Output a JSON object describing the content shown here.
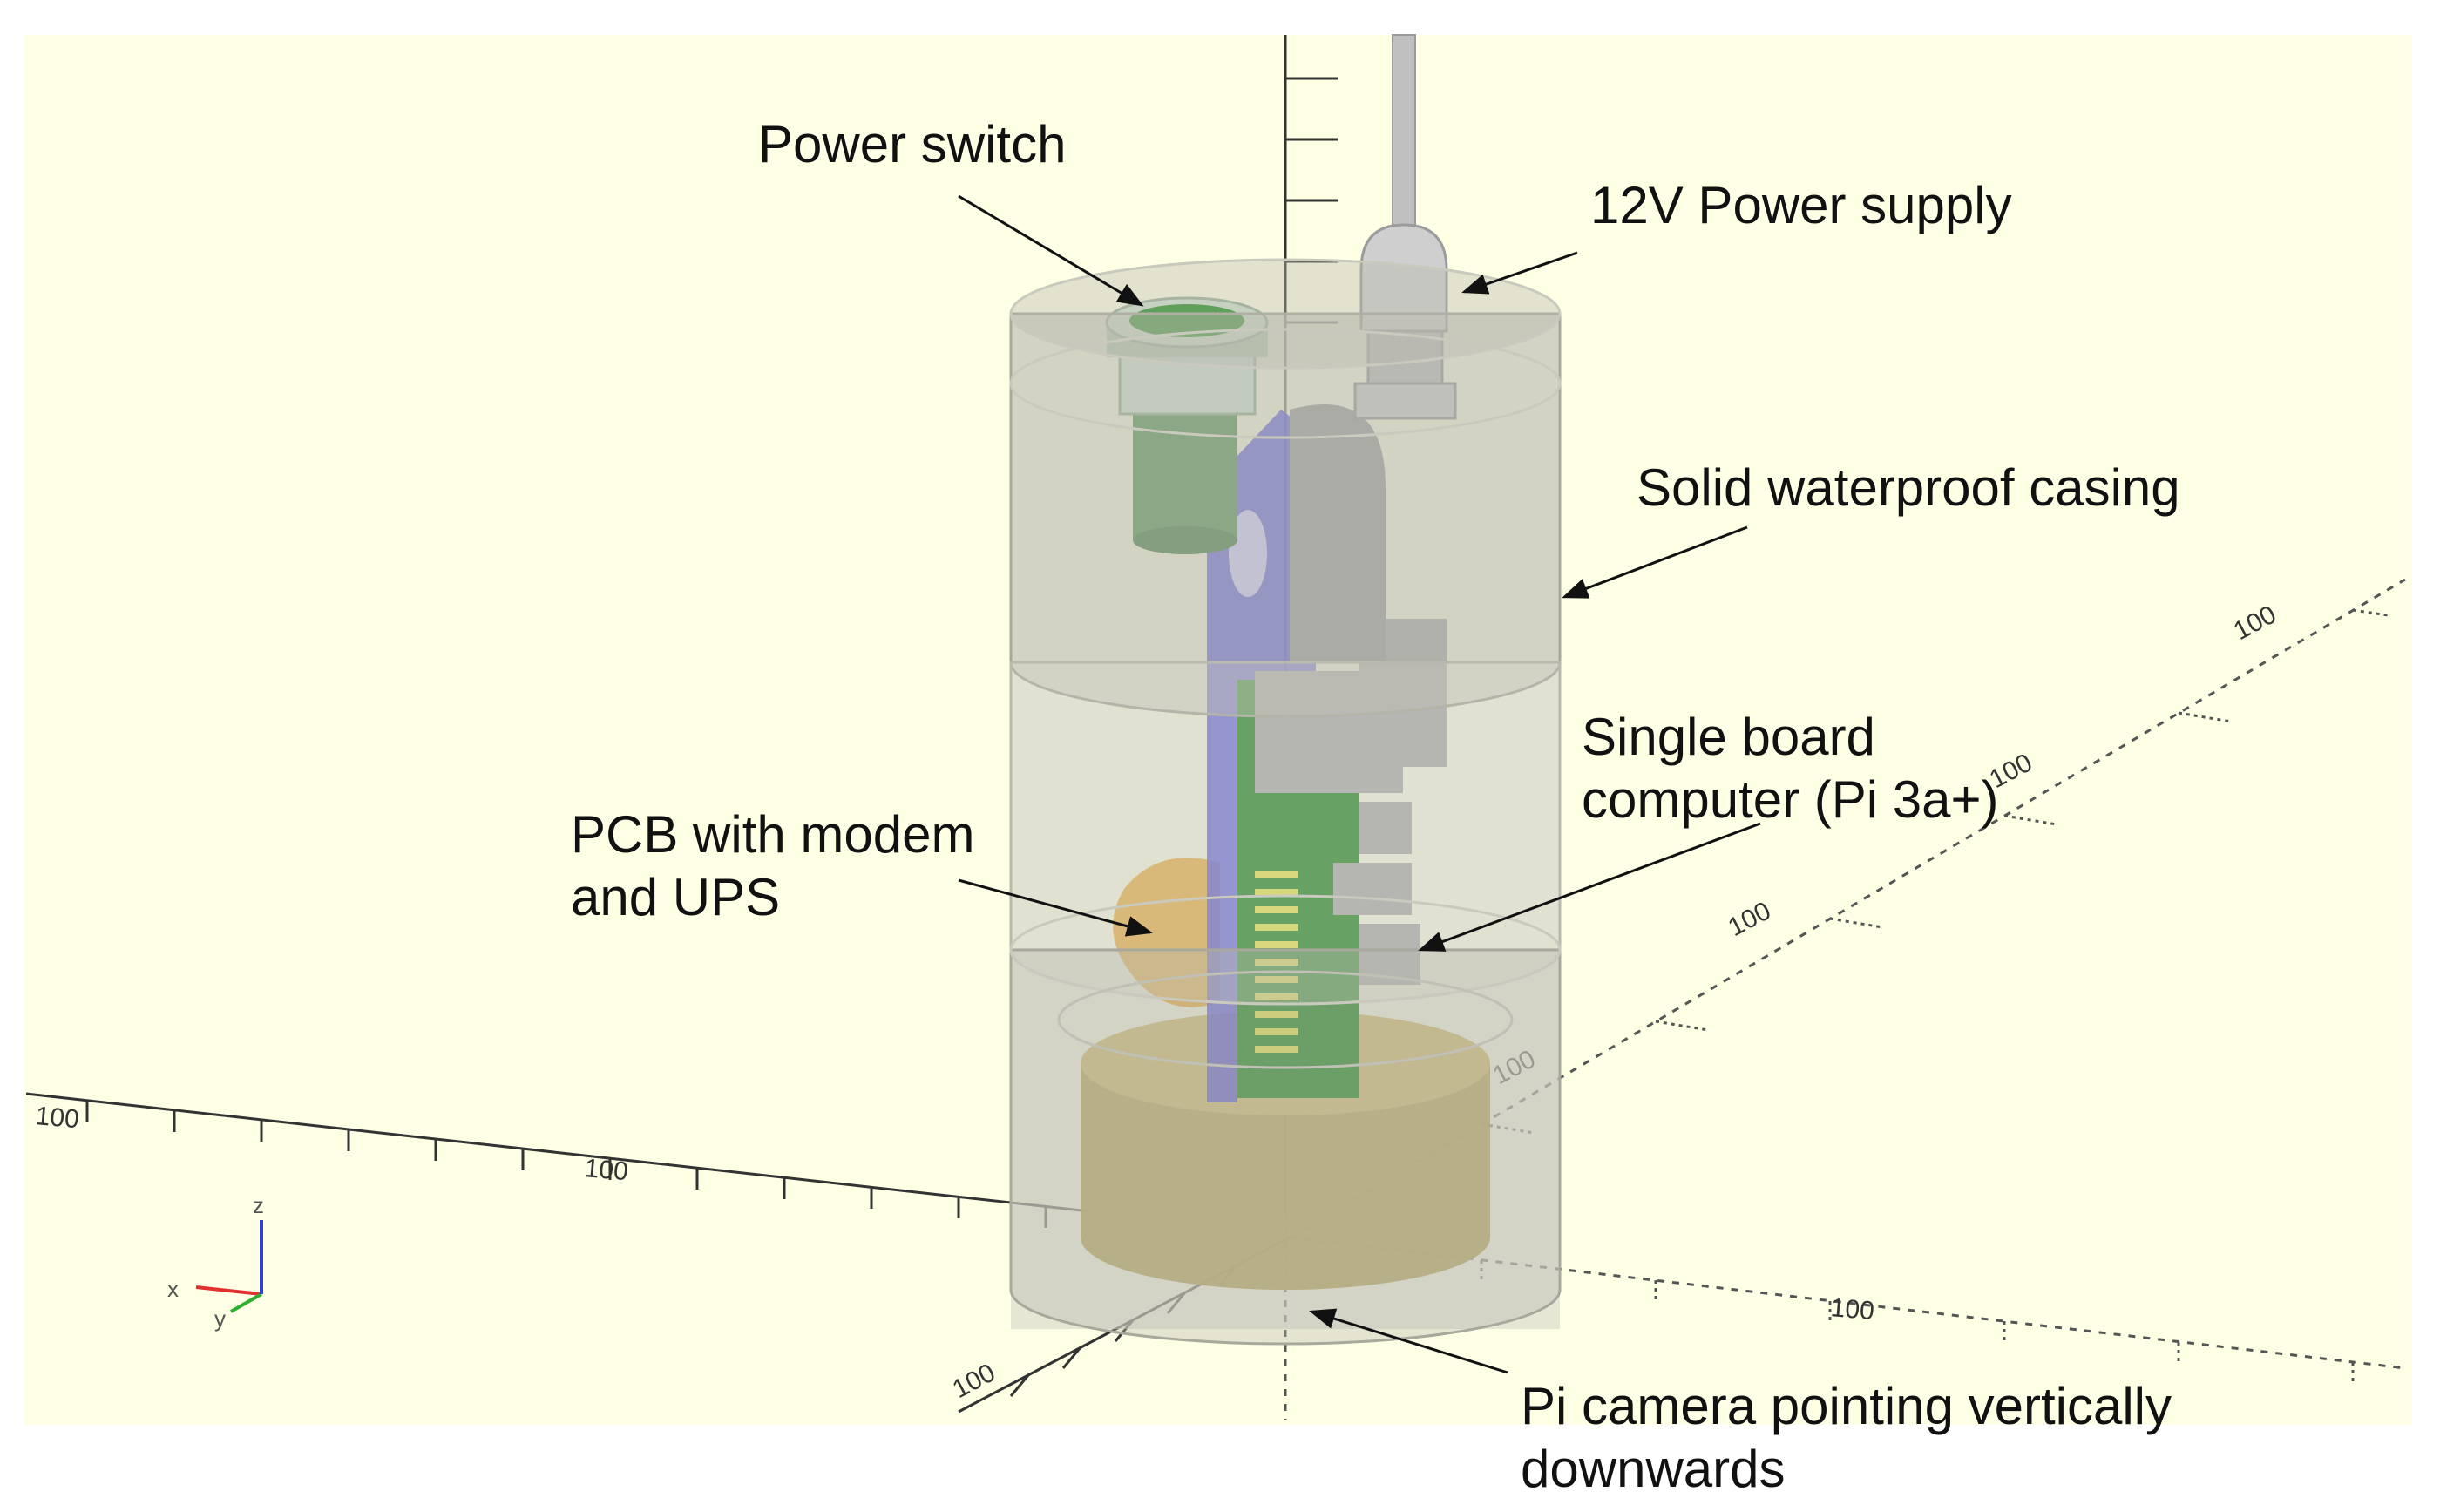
{
  "viewer": {
    "background": "#ffffe6",
    "axis_gizmo": {
      "x": "x",
      "y": "y",
      "z": "z"
    },
    "ruler_labels": [
      "100",
      "100",
      "100",
      "100",
      "100",
      "100",
      "100",
      "100"
    ]
  },
  "colors": {
    "casing": "#b9b9ae",
    "switch_cap": "#1f8a1f",
    "switch_body": "#6a9a6a",
    "board": "#3e8f3e",
    "bracket": "#6a6ad2",
    "modem_pcb": "#d9a84e",
    "camera_base": "#b4a66a",
    "connector": "#a9a9a9"
  },
  "callouts": {
    "power_switch": [
      "Power switch"
    ],
    "power_supply": [
      "12V Power supply"
    ],
    "casing": [
      "Solid waterproof casing"
    ],
    "sbc": [
      "Single board",
      "computer (Pi 3a+)"
    ],
    "pcb": [
      "PCB with modem",
      "and UPS"
    ],
    "camera": [
      "Pi camera pointing vertically",
      "downwards"
    ]
  }
}
